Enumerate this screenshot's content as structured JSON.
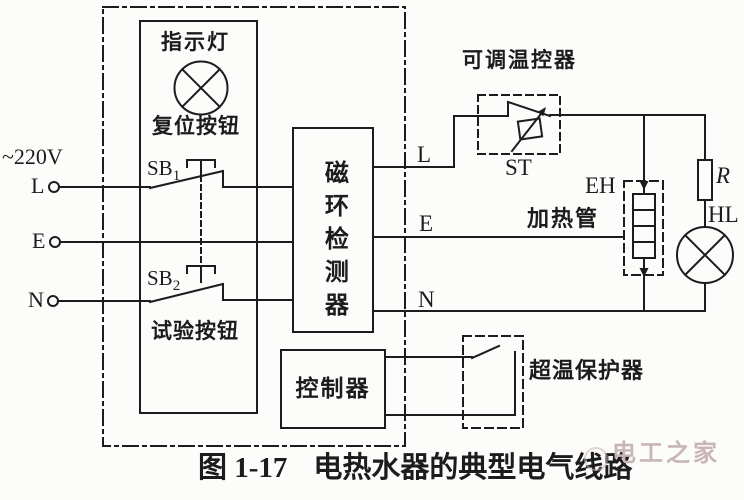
{
  "labels": {
    "voltage": "~220V",
    "terminal_l": "L",
    "terminal_e": "E",
    "terminal_n": "N",
    "indicator_lamp": "指示灯",
    "reset_button": "复位按钮",
    "sb1": "SB",
    "sb1_sub": "1",
    "sb2": "SB",
    "sb2_sub": "2",
    "test_button": "试验按钮",
    "detector": "磁环检测器",
    "controller": "控制器",
    "thermostat": "可调温控器",
    "thermostat_ref": "ST",
    "line_l": "L",
    "line_e": "E",
    "line_n": "N",
    "heater_ref": "EH",
    "heater_name": "加热管",
    "resistor_ref": "R",
    "pilot_lamp_ref": "HL",
    "overtemp_protector": "超温保护器"
  },
  "caption": {
    "figure_no": "图 1-17",
    "title": "电热水器的典型电气线路"
  },
  "watermark": "电工之家",
  "colors": {
    "line": "#1c1c1c",
    "background": "#fcfcfa",
    "watermark": "#c9b5b8"
  }
}
